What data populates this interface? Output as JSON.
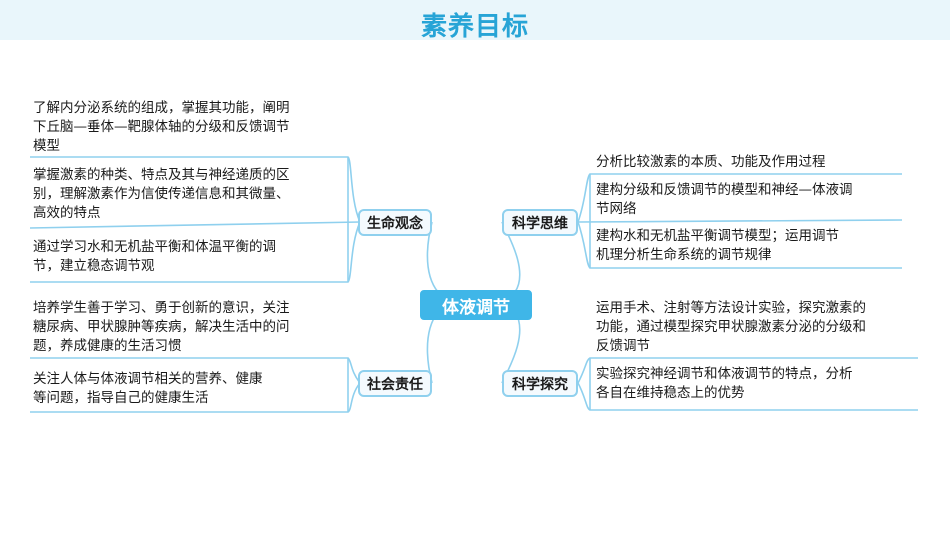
{
  "header": {
    "title": "素养目标"
  },
  "center": {
    "label": "体液调节"
  },
  "branches": {
    "life_concept": {
      "label": "生命观念",
      "items": [
        "了解内分泌系统的组成，掌握其功能，阐明\n下丘脑—垂体—靶腺体轴的分级和反馈调节\n模型",
        "掌握激素的种类、特点及其与神经递质的区\n别，理解激素作为信使传递信息和其微量、\n高效的特点",
        "通过学习水和无机盐平衡和体温平衡的调\n节，建立稳态调节观"
      ]
    },
    "social_responsibility": {
      "label": "社会责任",
      "items": [
        "培养学生善于学习、勇于创新的意识，关注\n糖尿病、甲状腺肿等疾病，解决生活中的问\n题，养成健康的生活习惯",
        "关注人体与体液调节相关的营养、健康\n等问题，指导自己的健康生活"
      ]
    },
    "scientific_thinking": {
      "label": "科学思维",
      "items": [
        "分析比较激素的本质、功能及作用过程",
        "建构分级和反馈调节的模型和神经—体液调\n节网络",
        "建构水和无机盐平衡调节模型；运用调节\n机理分析生命系统的调节规律"
      ]
    },
    "scientific_inquiry": {
      "label": "科学探究",
      "items": [
        "运用手术、注射等方法设计实验，探究激素的\n功能，通过模型探究甲状腺激素分泌的分级和\n反馈调节",
        "实验探究神经调节和体液调节的特点，分析\n各自在维持稳态上的优势"
      ]
    }
  },
  "colors": {
    "title": "#27a4d6",
    "line": "#8fd0ee",
    "center_fill": "#3fb6e8"
  }
}
